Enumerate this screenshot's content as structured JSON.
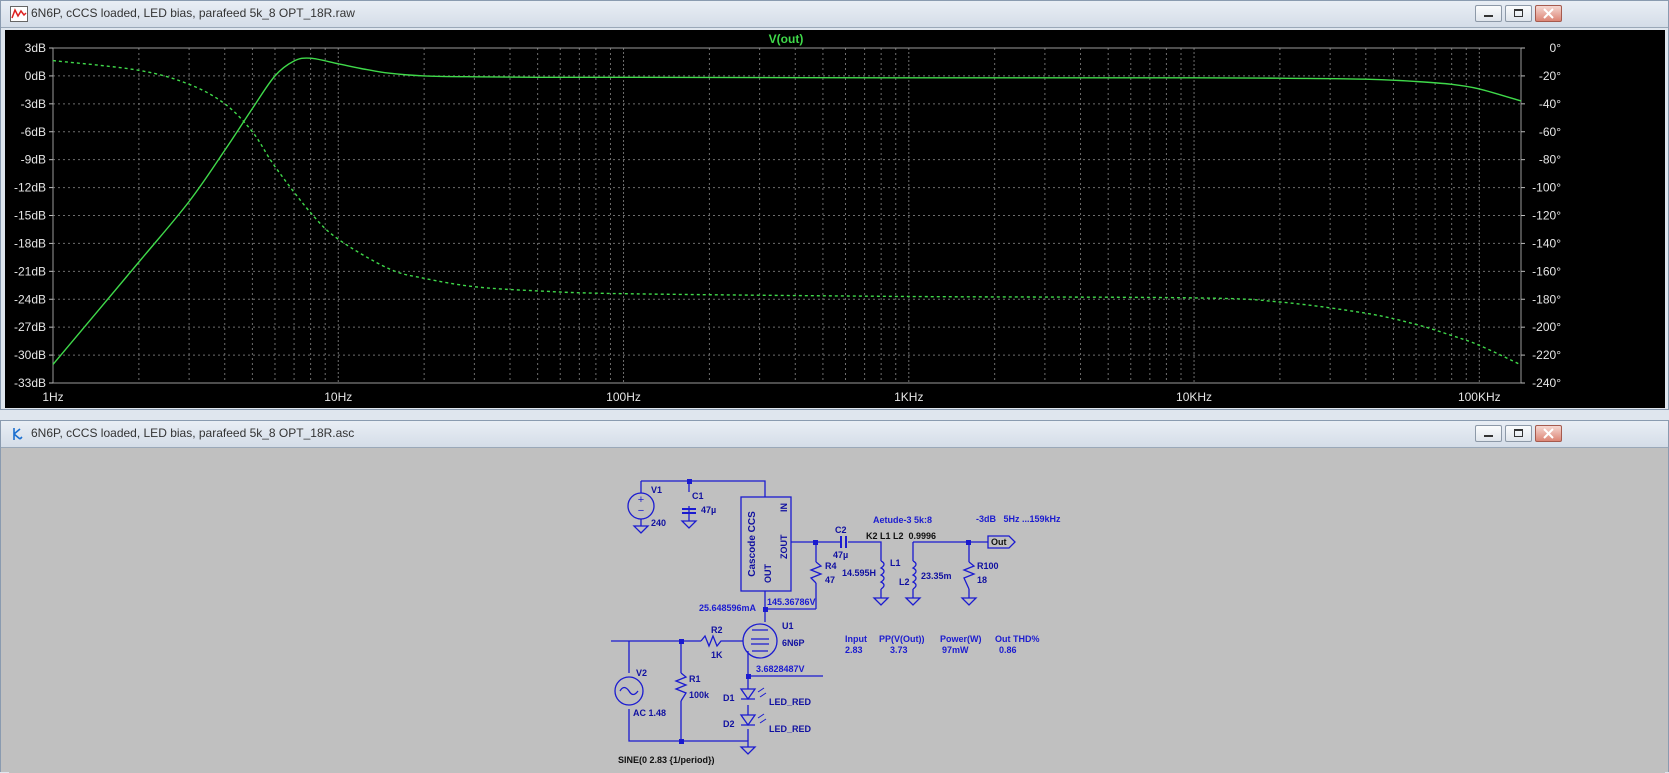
{
  "plot_window": {
    "title": "6N6P, cCCS loaded, LED bias, parafeed 5k_8 OPT_18R.raw",
    "icon": "waveform-icon",
    "trace_label": "V(out)"
  },
  "schematic_window": {
    "title": "6N6P, cCCS loaded, LED bias, parafeed 5k_8 OPT_18R.asc",
    "icon": "schematic-icon"
  },
  "window_buttons": {
    "minimize": "minimize-icon",
    "maximize": "maximize-icon",
    "close": "close-icon"
  },
  "chart_data": {
    "type": "line",
    "title": "V(out)",
    "x_scale": "log",
    "xlim": [
      1,
      140000
    ],
    "x_ticks": [
      "1Hz",
      "10Hz",
      "100Hz",
      "1KHz",
      "10KHz",
      "100KHz"
    ],
    "y_left_ticks": [
      "3dB",
      "0dB",
      "-3dB",
      "-6dB",
      "-9dB",
      "-12dB",
      "-15dB",
      "-18dB",
      "-21dB",
      "-24dB",
      "-27dB",
      "-30dB",
      "-33dB"
    ],
    "y_right_ticks": [
      "0°",
      "-20°",
      "-40°",
      "-60°",
      "-80°",
      "-100°",
      "-120°",
      "-140°",
      "-160°",
      "-180°",
      "-200°",
      "-220°",
      "-240°"
    ],
    "ylim_left": [
      -33,
      3
    ],
    "ylim_right": [
      -240,
      0
    ],
    "grid": true,
    "background": "#000000",
    "trace_color": "#3fd94a",
    "series": [
      {
        "name": "V(out)",
        "quantity": "magnitude",
        "axis": "left",
        "style": "solid",
        "x": [
          1,
          2,
          3,
          4,
          5,
          6,
          7,
          8,
          10,
          12,
          15,
          20,
          30,
          50,
          100,
          1000,
          10000,
          20000,
          40000,
          60000,
          80000,
          100000,
          140000
        ],
        "y": [
          -31,
          -20,
          -13.5,
          -8,
          -3.5,
          0,
          1.6,
          1.9,
          1.3,
          0.8,
          0.3,
          0,
          -0.1,
          -0.15,
          -0.15,
          -0.2,
          -0.2,
          -0.25,
          -0.35,
          -0.6,
          -0.9,
          -1.4,
          -2.7
        ]
      },
      {
        "name": "V(out)",
        "quantity": "phase",
        "axis": "right",
        "style": "dashed",
        "x": [
          1,
          2,
          3,
          4,
          5,
          6,
          8,
          10,
          15,
          20,
          30,
          50,
          100,
          1000,
          10000,
          20000,
          40000,
          60000,
          80000,
          100000,
          140000
        ],
        "y": [
          -9,
          -16,
          -26,
          -40,
          -60,
          -85,
          -118,
          -137,
          -158,
          -165,
          -171,
          -174,
          -176,
          -178,
          -179,
          -182,
          -190,
          -198,
          -206,
          -213,
          -227
        ]
      }
    ]
  },
  "schematic": {
    "components": [
      {
        "ref": "V1",
        "value": "240"
      },
      {
        "ref": "C1",
        "value": "47µ"
      },
      {
        "ref": "C2",
        "value": "47µ"
      },
      {
        "ref": "R4",
        "value": "47"
      },
      {
        "ref": "L1",
        "value": "14.595H"
      },
      {
        "ref": "L2",
        "value": "23.35m"
      },
      {
        "ref": "R100",
        "value": "18"
      },
      {
        "ref": "U1",
        "value": "6N6P"
      },
      {
        "ref": "R2",
        "value": "1K"
      },
      {
        "ref": "R1",
        "value": "100k"
      },
      {
        "ref": "V2",
        "value": "AC 1.48"
      },
      {
        "ref": "D1",
        "value": "LED_RED"
      },
      {
        "ref": "D2",
        "value": "LED_RED"
      }
    ],
    "block": {
      "name": "Cascode CCS",
      "pin_in": "IN",
      "pin_out": "OUT",
      "pin_zout": "ZOUT"
    },
    "transformer": {
      "label": "Aetude-3 5k:8",
      "coupling": "K2 L1 L2  0.9996"
    },
    "bandwidth_note": "-3dB   5Hz ...159kHz",
    "net_label": "Out",
    "node_values": {
      "current": "25.648596mA",
      "plate_voltage": "145.36786V",
      "cathode_voltage": "3.6828487V"
    },
    "source_spec": "SINE(0 2.83 {1/period})",
    "measurements": [
      {
        "label": "Input",
        "value": "2.83"
      },
      {
        "label": "PP(V(Out))",
        "value": "3.73"
      },
      {
        "label": "Power(W)",
        "value": "97mW"
      },
      {
        "label": "Out THD%",
        "value": "0.86"
      }
    ],
    "colors": {
      "wire": "#1b1bd0",
      "text": "#1010a0",
      "background": "#c0c0c0"
    }
  }
}
